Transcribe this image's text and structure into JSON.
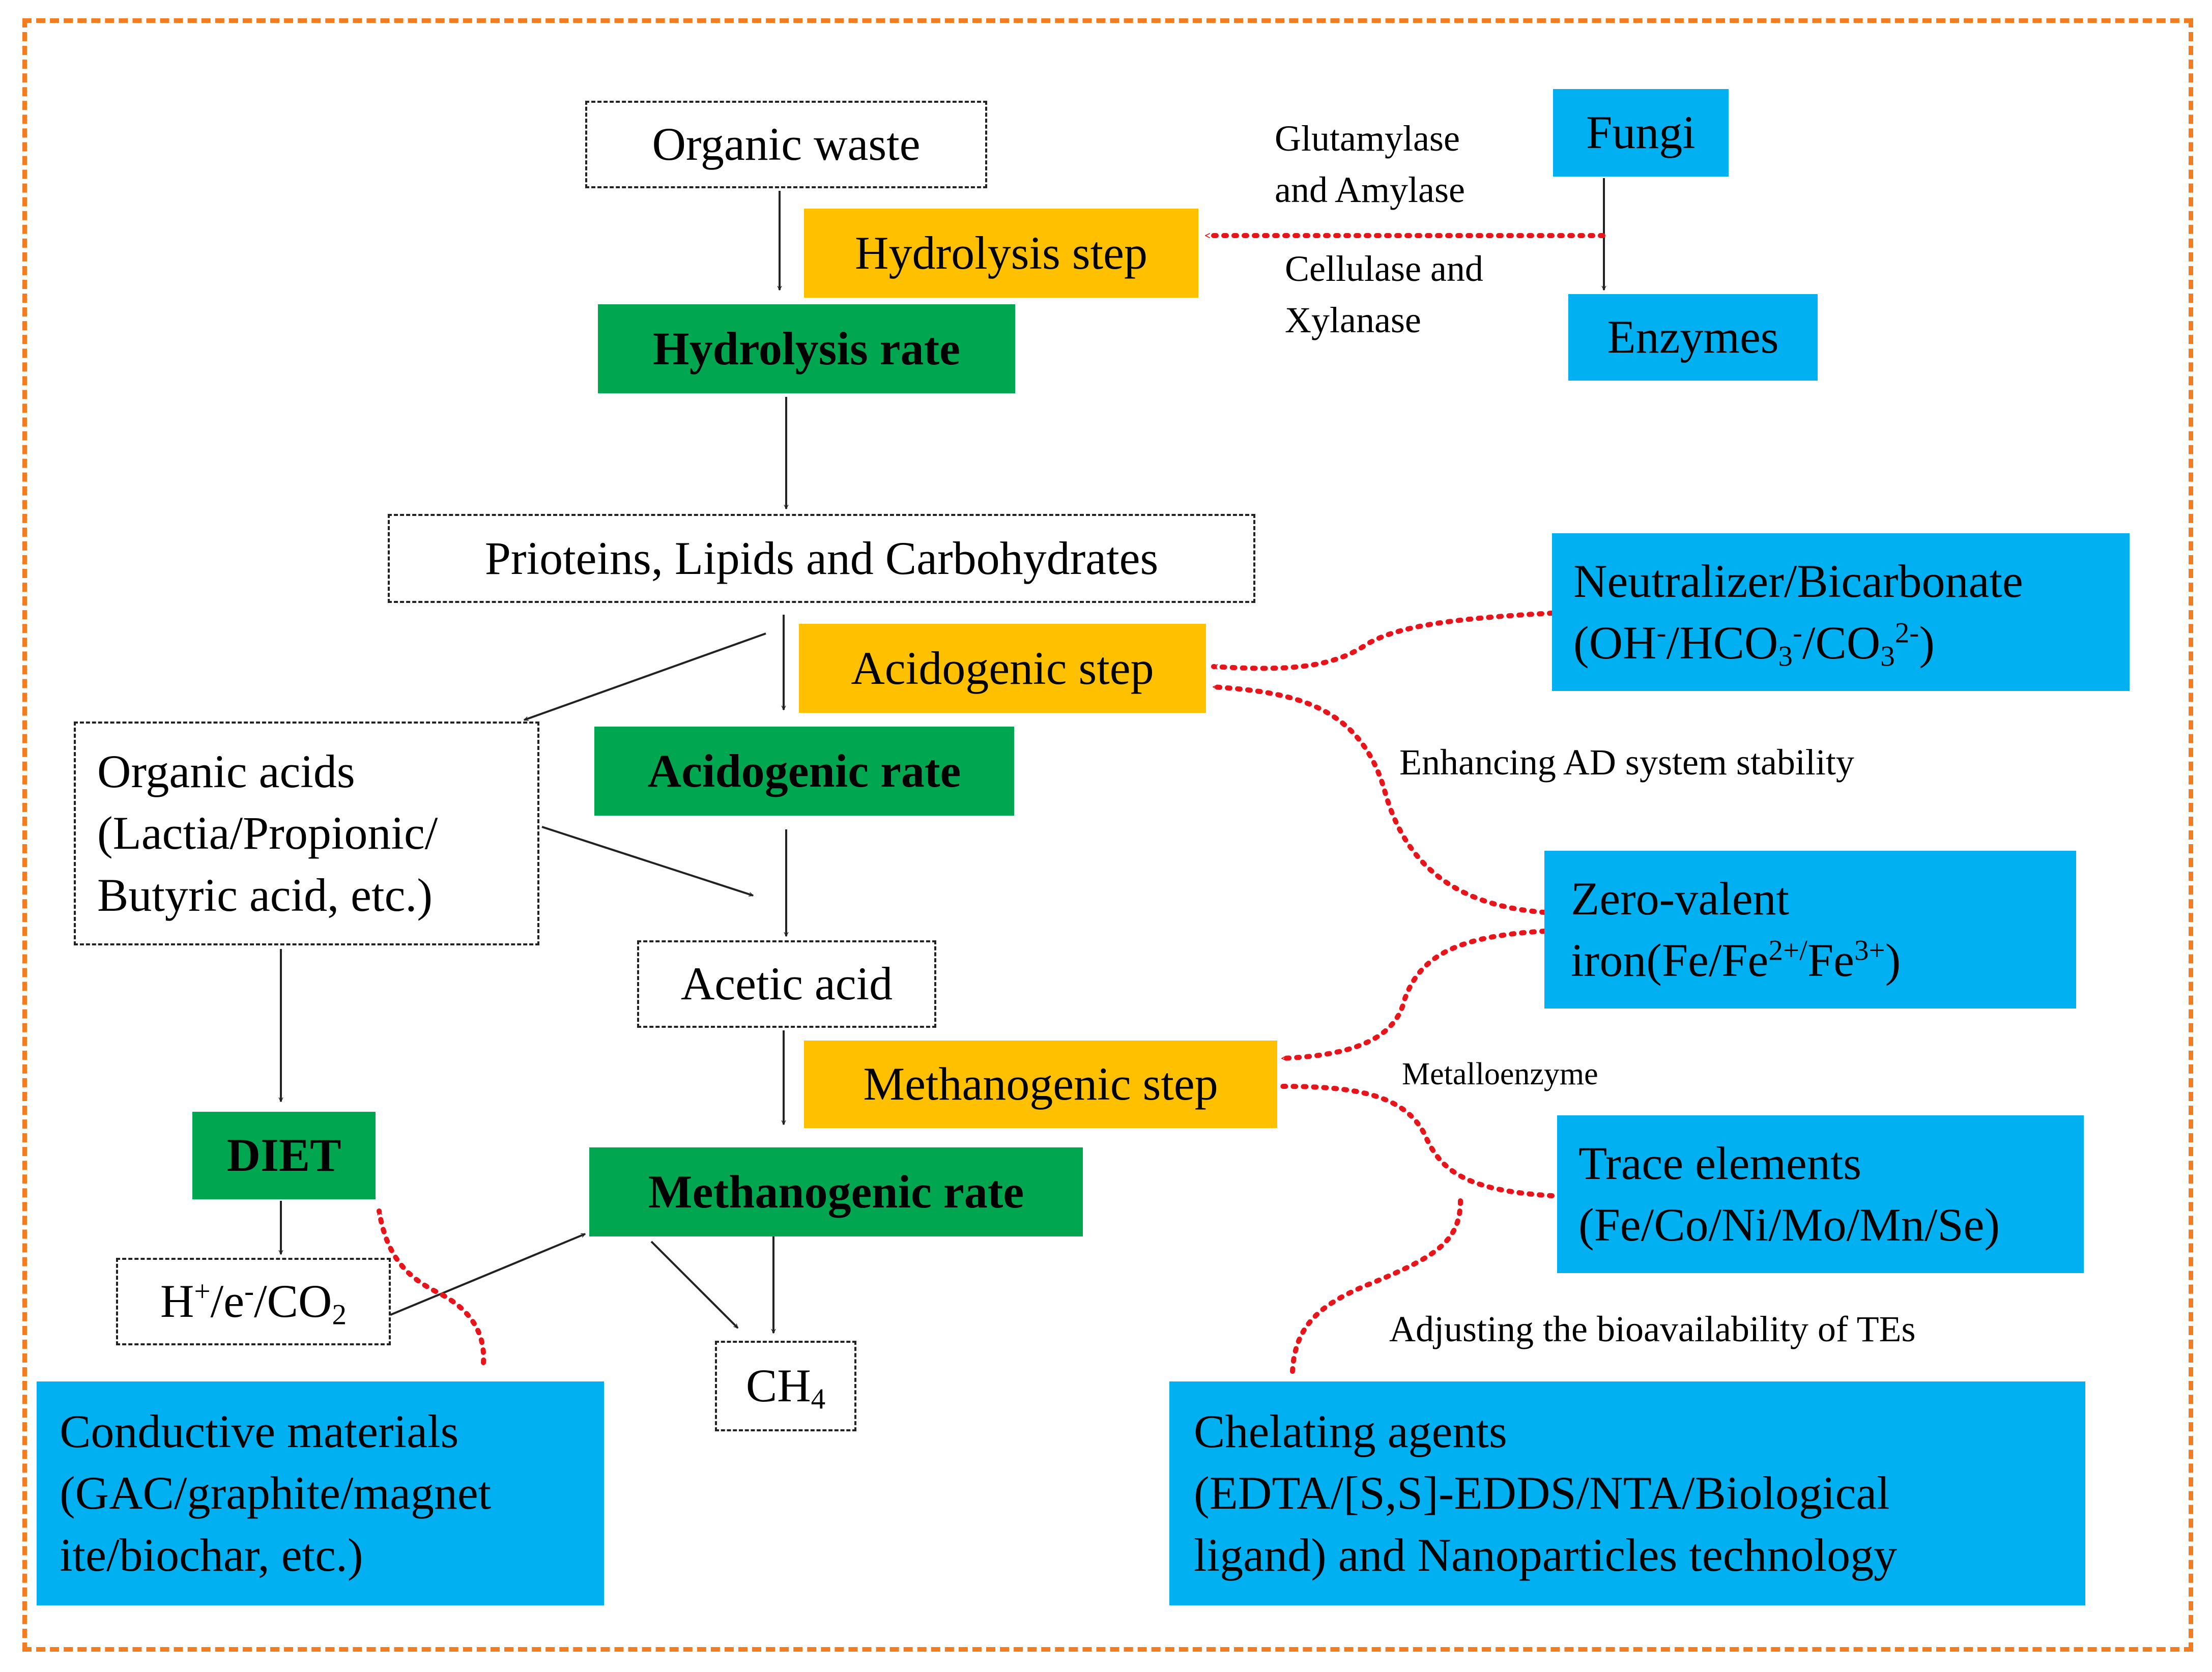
{
  "nodes": {
    "organic_waste": "Organic waste",
    "hydrolysis_step": "Hydrolysis step",
    "hydrolysis_rate": "Hydrolysis rate",
    "fungi": "Fungi",
    "enzymes": "Enzymes",
    "macromolecules": "Prioteins, Lipids and Carbohydrates",
    "acidogenic_step": "Acidogenic step",
    "acidogenic_rate": "Acidogenic rate",
    "organic_acids_l1": "Organic acids",
    "organic_acids_l2": "(Lactia/Propionic/",
    "organic_acids_l3": "Butyric acid, etc.)",
    "acetic_acid": "Acetic acid",
    "methanogenic_step": "Methanogenic step",
    "methanogenic_rate": "Methanogenic rate",
    "diet": "DIET",
    "hplus_h": "H",
    "hplus_plus": "+",
    "hplus_e": "/e",
    "hplus_minus": "-",
    "hplus_co": "/CO",
    "hplus_2": "2",
    "ch4_ch": "CH",
    "ch4_4": "4",
    "neutralizer_l1": "Neutralizer/Bicarbonate",
    "neut_oh": "(OH",
    "neut_sup1": "-",
    "neut_hco": "/HCO",
    "neut_sub3": "3",
    "neut_sup2": "-",
    "neut_co": "/CO",
    "neut_sub3b": "3",
    "neut_sup3": "2-",
    "neut_close": ")",
    "zvi_l1": "Zero-valent",
    "zvi_iron": "iron(Fe/Fe",
    "zvi_sup1": "2+/",
    "zvi_fe": "Fe",
    "zvi_sup2": "3+",
    "zvi_close": ")",
    "trace_l1": "Trace elements",
    "trace_l2": "(Fe/Co/Ni/Mo/Mn/Se)",
    "conductive_l1": "Conductive materials",
    "conductive_l2": "(GAC/graphite/magnet",
    "conductive_l3": "ite/biochar, etc.)",
    "chelating_l1": "Chelating agents",
    "chelating_l2": "(EDTA/[S,S]-EDDS/NTA/Biological",
    "chelating_l3": "ligand) and Nanoparticles technology"
  },
  "labels": {
    "glutamylase_l1": "Glutamylase",
    "glutamylase_l2": "and Amylase",
    "cellulase_l1": "Cellulase and",
    "cellulase_l2": "Xylanase",
    "stability": "Enhancing AD system stability",
    "metalloenzyme": "Metalloenzyme",
    "bioavailability": "Adjusting the bioavailability of TEs"
  },
  "colors": {
    "frame": "#f47c20",
    "step": "#ffc000",
    "rate": "#00a650",
    "additive": "#00b0f0",
    "dotted_arrow": "#e8141b",
    "arrow": "#222222"
  }
}
